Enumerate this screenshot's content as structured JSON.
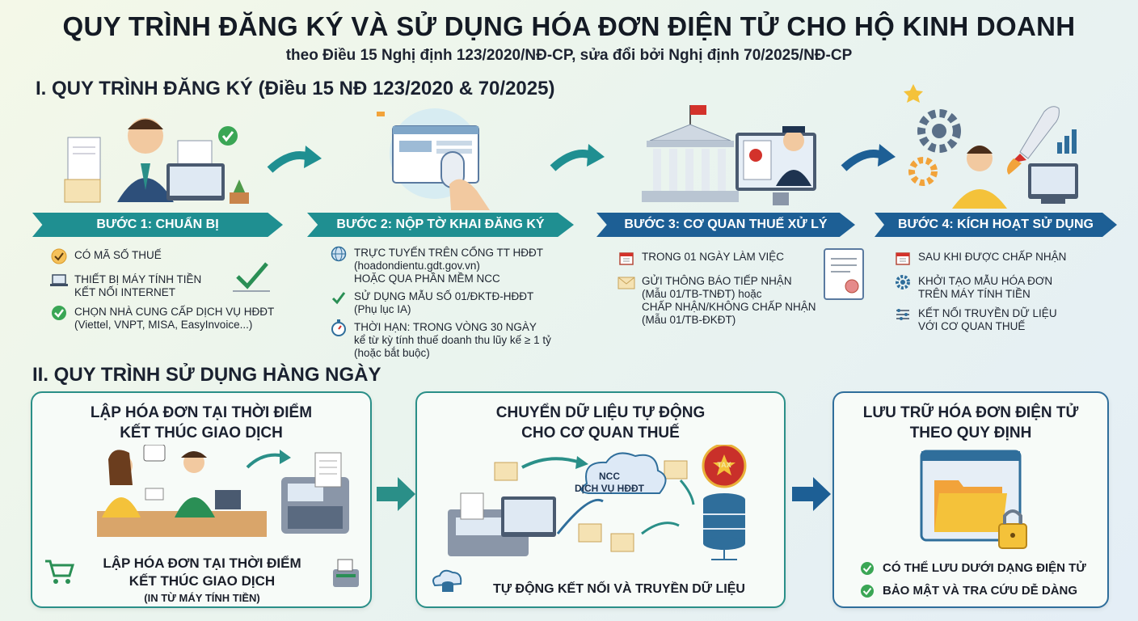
{
  "header": {
    "title": "QUY TRÌNH ĐĂNG KÝ VÀ SỬ DỤNG HÓA ĐƠN ĐIỆN TỬ CHO HỘ KINH DOANH",
    "subtitle": "theo Điều 15 Nghị định 123/2020/NĐ-CP, sửa đổi bởi Nghị định 70/2025/NĐ-CP"
  },
  "section1": {
    "heading": "I. QUY TRÌNH ĐĂNG KÝ (Điều 15 NĐ 123/2020 & 70/2025)",
    "steps": [
      {
        "label": "BƯỚC 1: CHUẨN BỊ",
        "items": [
          {
            "icon": "check-circle-icon",
            "lines": [
              "CÓ MÃ SỐ THUẾ"
            ]
          },
          {
            "icon": "laptop-icon",
            "lines": [
              "THIẾT BỊ MÁY TÍNH TIỀN",
              "KẾT NỐI INTERNET"
            ]
          },
          {
            "icon": "check-circle-icon",
            "lines": [
              "CHỌN NHÀ CUNG CẤP DỊCH VỤ HĐĐT",
              "(Viettel, VNPT, MISA, EasyInvoice...)"
            ]
          }
        ]
      },
      {
        "label": "BƯỚC 2: NỘP TỜ KHAI ĐĂNG KÝ",
        "items": [
          {
            "icon": "globe-icon",
            "lines": [
              "TRỰC TUYẾN TRÊN CỔNG TT HĐĐT",
              "(hoadondientu.gdt.gov.vn)",
              "HOẶC QUA PHẦN MỀM NCC"
            ]
          },
          {
            "icon": "checkmark-icon",
            "lines": [
              "SỬ DỤNG MẪU SỐ 01/ĐKTĐ-HĐĐT",
              "(Phụ lục IA)"
            ]
          },
          {
            "icon": "stopwatch-icon",
            "lines": [
              "THỜI HẠN: TRONG VÒNG 30 NGÀY",
              "kể từ kỳ tính thuế doanh thu lũy kế ≥ 1 tỷ",
              "(hoặc bắt buộc)"
            ]
          }
        ]
      },
      {
        "label": "BƯỚC 3: CƠ QUAN THUẾ XỬ LÝ",
        "items": [
          {
            "icon": "calendar-icon",
            "lines": [
              "TRONG 01 NGÀY LÀM VIỆC"
            ]
          },
          {
            "icon": "envelope-icon",
            "lines": [
              "GỬI THÔNG BÁO TIẾP NHẬN",
              "(Mẫu 01/TB-TNĐT) hoặc",
              "CHẤP NHẬN/KHÔNG CHẤP NHẬN",
              "(Mẫu 01/TB-ĐKĐT)"
            ]
          }
        ]
      },
      {
        "label": "BƯỚC 4: KÍCH HOẠT SỬ DỤNG",
        "items": [
          {
            "icon": "calendar-icon",
            "lines": [
              "SAU KHI ĐƯỢC CHẤP NHẬN"
            ]
          },
          {
            "icon": "gear-icon",
            "lines": [
              "KHỞI TẠO MẪU HÓA ĐƠN",
              "TRÊN MÁY TÍNH TIỀN"
            ]
          },
          {
            "icon": "circuit-icon",
            "lines": [
              "KẾT NỐI TRUYỀN DỮ LIỆU",
              "VỚI CƠ QUAN THUẾ"
            ]
          }
        ]
      }
    ]
  },
  "section2": {
    "heading": "II. QUY TRÌNH SỬ DỤNG HÀNG NGÀY",
    "card1": {
      "title_line1": "LẬP HÓA ĐƠN TẠI THỜI ĐIỂM",
      "title_line2": "KẾT THÚC GIAO DỊCH",
      "caption_line1": "LẬP HÓA ĐƠN TẠI THỜI ĐIỂM",
      "caption_line2": "KẾT THÚC GIAO DỊCH",
      "caption_line3": "(IN TỪ MÁY TÍNH TIỀN)"
    },
    "card2": {
      "title_line1": "CHUYỂN DỮ LIỆU TỰ ĐỘNG",
      "title_line2": "CHO CƠ QUAN THUẾ",
      "cloud_line1": "NCC",
      "cloud_line2": "DỊCH VỤ HĐĐT",
      "badge": "TAX",
      "caption": "TỰ ĐỘNG KẾT NỐI VÀ TRUYỀN DỮ LIỆU"
    },
    "card3": {
      "title_line1": "LƯU TRỮ HÓA ĐƠN ĐIỆN TỬ",
      "title_line2": "THEO QUY ĐỊNH",
      "bullets": [
        "CÓ THỂ LƯU DƯỚI DẠNG ĐIỆN TỬ",
        "BẢO MẬT VÀ TRA CỨU DỄ DÀNG"
      ]
    }
  },
  "colors": {
    "teal": "#1f8f91",
    "blue": "#1d5f95",
    "check_green": "#3aa655",
    "orange": "#f2a33a"
  }
}
